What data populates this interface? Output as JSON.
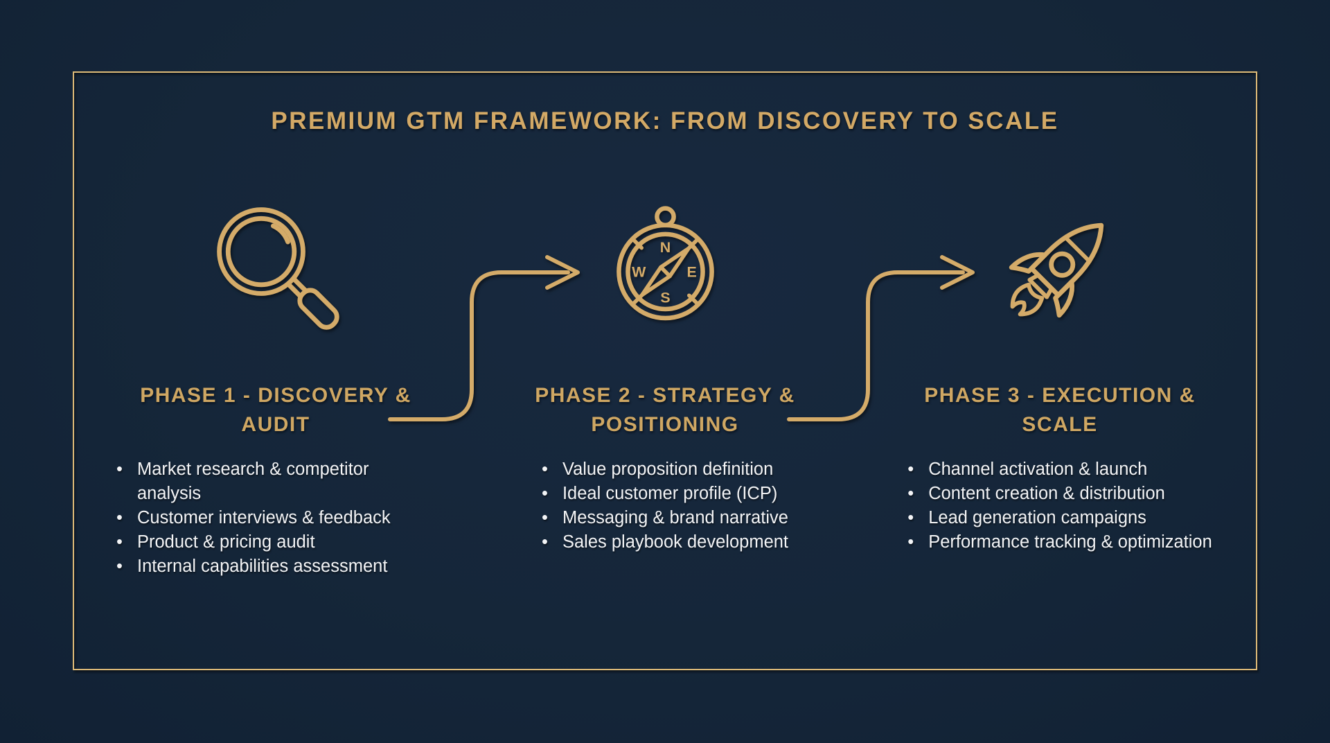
{
  "title": "PREMIUM GTM FRAMEWORK: FROM DISCOVERY TO SCALE",
  "bullet_char": "•",
  "colors": {
    "background": "#15273c",
    "gold": "#d4ab69",
    "heading_gold": "#cfa763",
    "frame_gold": "#ddba78",
    "body_text": "#f3f4f6"
  },
  "phases": [
    {
      "id": "phase-1",
      "icon": "magnifying-glass-icon",
      "heading": "PHASE 1 - DISCOVERY & AUDIT",
      "bullets": [
        "Market research & competitor analysis",
        "Customer interviews & feedback",
        "Product & pricing audit",
        "Internal capabilities assessment"
      ]
    },
    {
      "id": "phase-2",
      "icon": "compass-icon",
      "heading": "PHASE 2 - STRATEGY & POSITIONING",
      "bullets": [
        "Value proposition definition",
        "Ideal customer profile (ICP)",
        "Messaging & brand narrative",
        "Sales playbook development"
      ]
    },
    {
      "id": "phase-3",
      "icon": "rocket-icon",
      "heading": "PHASE 3 - EXECUTION & SCALE",
      "bullets": [
        "Channel activation & launch",
        "Content creation & distribution",
        "Lead generation campaigns",
        "Performance tracking & optimization"
      ]
    }
  ],
  "compass": {
    "north": "N",
    "east": "E",
    "south": "S",
    "west": "W"
  }
}
